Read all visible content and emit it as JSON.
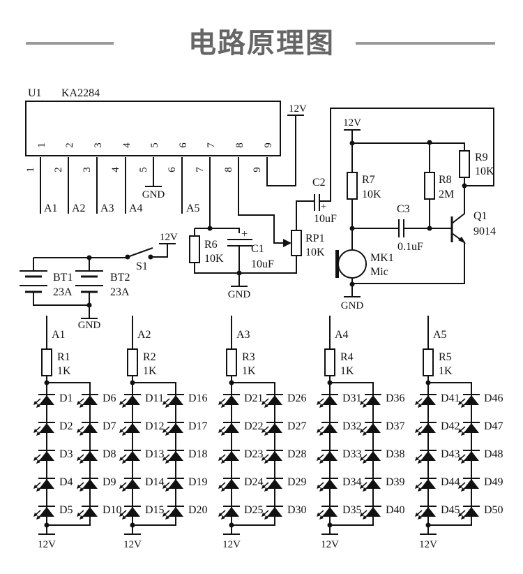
{
  "title": "电路原理图",
  "colors": {
    "title": "#666666",
    "title_rule": "#9a9a9a",
    "wire": "#111111"
  },
  "ic": {
    "ref": "U1",
    "part": "KA2284",
    "pins": [
      "1",
      "2",
      "3",
      "4",
      "5",
      "6",
      "7",
      "8",
      "9"
    ]
  },
  "nets": {
    "vcc": "12V",
    "gnd": "GND"
  },
  "outputs": [
    "A1",
    "A2",
    "A3",
    "A4",
    "A5"
  ],
  "battery": [
    {
      "ref": "BT1",
      "value": "23A"
    },
    {
      "ref": "BT2",
      "value": "23A"
    }
  ],
  "switch": {
    "ref": "S1"
  },
  "components": {
    "R6": {
      "ref": "R6",
      "value": "10K"
    },
    "C1": {
      "ref": "C1",
      "value": "10uF"
    },
    "C2": {
      "ref": "C2",
      "value": "10uF"
    },
    "RP1": {
      "ref": "RP1",
      "value": "10K"
    },
    "R7": {
      "ref": "R7",
      "value": "10K"
    },
    "R8": {
      "ref": "R8",
      "value": "2M"
    },
    "R9": {
      "ref": "R9",
      "value": "10K"
    },
    "C3": {
      "ref": "C3",
      "value": "0.1uF"
    },
    "Q1": {
      "ref": "Q1",
      "value": "9014"
    },
    "MK1": {
      "ref": "MK1",
      "value": "Mic"
    }
  },
  "polarity_mark": "+",
  "led_banks": [
    {
      "net": "A1",
      "resistor": "R1",
      "value": "1K",
      "left": [
        "D1",
        "D2",
        "D3",
        "D4",
        "D5"
      ],
      "right": [
        "D6",
        "D7",
        "D8",
        "D9",
        "D10"
      ]
    },
    {
      "net": "A2",
      "resistor": "R2",
      "value": "1K",
      "left": [
        "D11",
        "D12",
        "D13",
        "D14",
        "D15"
      ],
      "right": [
        "D16",
        "D17",
        "D18",
        "D19",
        "D20"
      ]
    },
    {
      "net": "A3",
      "resistor": "R3",
      "value": "1K",
      "left": [
        "D21",
        "D22",
        "D23",
        "D24",
        "D25"
      ],
      "right": [
        "D26",
        "D27",
        "D28",
        "D29",
        "D30"
      ]
    },
    {
      "net": "A4",
      "resistor": "R4",
      "value": "1K",
      "left": [
        "D31",
        "D32",
        "D33",
        "D34",
        "D35"
      ],
      "right": [
        "D36",
        "D37",
        "D38",
        "D39",
        "D40"
      ]
    },
    {
      "net": "A5",
      "resistor": "R5",
      "value": "1K",
      "left": [
        "D41",
        "D42",
        "D43",
        "D44",
        "D45"
      ],
      "right": [
        "D46",
        "D47",
        "D48",
        "D49",
        "D50"
      ]
    }
  ]
}
